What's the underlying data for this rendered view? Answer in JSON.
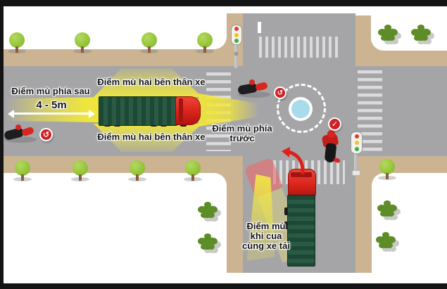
{
  "labels": {
    "rear": "Điểm mù phía sau",
    "distance": "4 - 5m",
    "side_top": "Điểm mù hai bên thân xe",
    "side_bottom": "Điểm mù hai bên thân xe",
    "front": "Điểm mù phía trước",
    "turn_line1": "Điểm mù",
    "turn_line2": "khi cua",
    "turn_line3": "cùng xe tải"
  },
  "icons": {
    "uturn_glyph": "↺",
    "check_glyph": "✓"
  },
  "colors": {
    "road": "#a5a5a8",
    "sidewalk": "#ccb493",
    "blind_spot_yellow": "#f0e53e",
    "truck_trailer_green": "#1c4936",
    "truck_cab_red": "#d7241a",
    "badge_red": "#cf2027",
    "roundabout_blue": "#a8dcec"
  }
}
